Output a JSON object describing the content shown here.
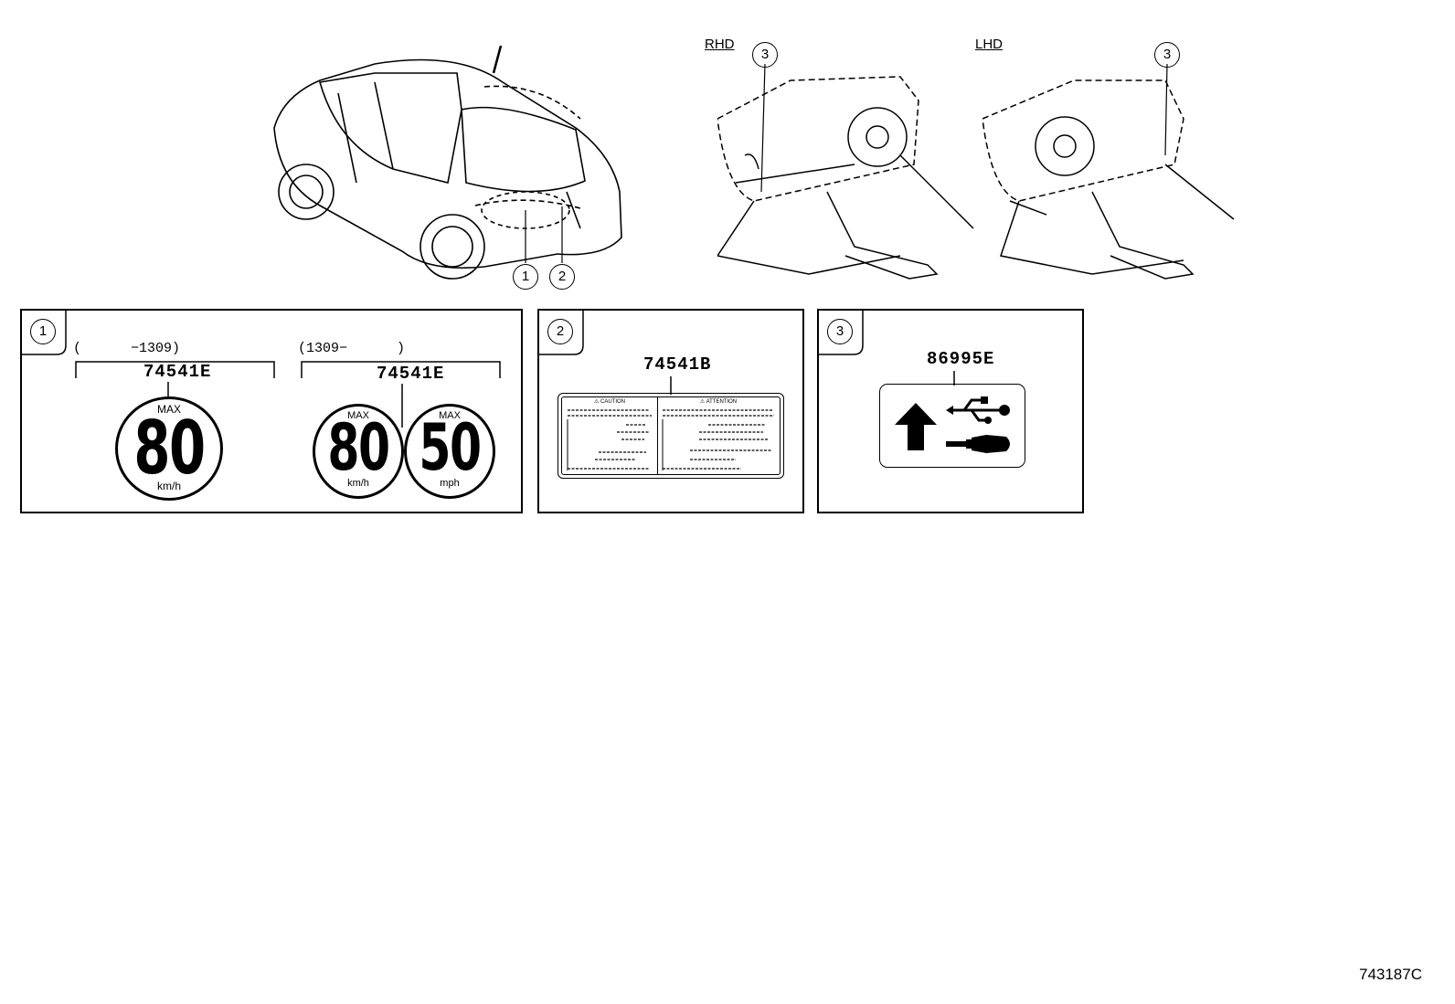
{
  "illustration": {
    "rhd_label": "RHD",
    "lhd_label": "LHD",
    "callouts": [
      "1",
      "2",
      "3"
    ]
  },
  "panel1": {
    "ref": "1",
    "left_range": "(      −1309)",
    "left_code": "74541E",
    "right_range": "(1309−      )",
    "right_code": "74541E",
    "sign_left": {
      "max": "MAX",
      "value": "80",
      "unit": "km/h"
    },
    "sign_mid": {
      "max": "MAX",
      "value": "80",
      "unit": "km/h"
    },
    "sign_right": {
      "max": "MAX",
      "value": "50",
      "unit": "mph"
    }
  },
  "panel2": {
    "ref": "2",
    "code": "74541B",
    "label_left_title": "⚠ CAUTION",
    "label_right_title": "⚠ ATTENTION"
  },
  "panel3": {
    "ref": "3",
    "code": "86995E"
  },
  "doc_id": "743187C"
}
